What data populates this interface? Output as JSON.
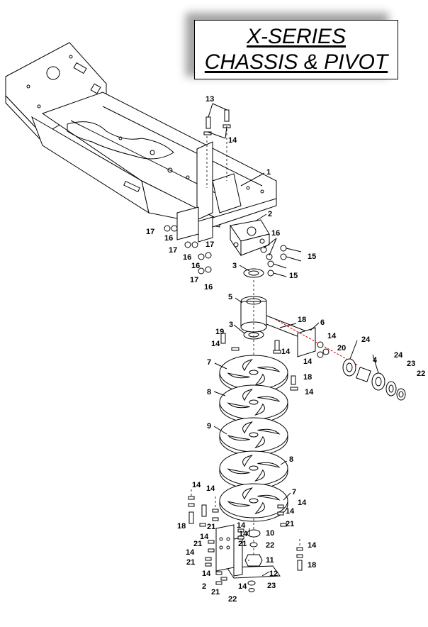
{
  "title": {
    "line1": "X-SERIES",
    "line2": "CHASSIS & PIVOT"
  },
  "callouts": [
    {
      "id": "c13a",
      "text": "13"
    },
    {
      "id": "c14a",
      "text": "14"
    },
    {
      "id": "c1",
      "text": "1"
    },
    {
      "id": "c2",
      "text": "2"
    },
    {
      "id": "c17a",
      "text": "17"
    },
    {
      "id": "c16a",
      "text": "16"
    },
    {
      "id": "c17b",
      "text": "17"
    },
    {
      "id": "c16b",
      "text": "16"
    },
    {
      "id": "c17c",
      "text": "17"
    },
    {
      "id": "c16c",
      "text": "16"
    },
    {
      "id": "c17d",
      "text": "17"
    },
    {
      "id": "c16d",
      "text": "16"
    },
    {
      "id": "c16e",
      "text": "16"
    },
    {
      "id": "c15a",
      "text": "15"
    },
    {
      "id": "c15b",
      "text": "15"
    },
    {
      "id": "c3a",
      "text": "3"
    },
    {
      "id": "c5",
      "text": "5"
    },
    {
      "id": "c18a",
      "text": "18"
    },
    {
      "id": "c6",
      "text": "6"
    },
    {
      "id": "c3b",
      "text": "3"
    },
    {
      "id": "c19",
      "text": "19"
    },
    {
      "id": "c14b",
      "text": "14"
    },
    {
      "id": "c14c",
      "text": "14"
    },
    {
      "id": "c14d",
      "text": "14"
    },
    {
      "id": "c20",
      "text": "20"
    },
    {
      "id": "c14e",
      "text": "14"
    },
    {
      "id": "c24a",
      "text": "24"
    },
    {
      "id": "c4",
      "text": "4"
    },
    {
      "id": "c24b",
      "text": "24"
    },
    {
      "id": "c23a",
      "text": "23"
    },
    {
      "id": "c22a",
      "text": "22"
    },
    {
      "id": "c7a",
      "text": "7"
    },
    {
      "id": "c18b",
      "text": "18"
    },
    {
      "id": "c14f",
      "text": "14"
    },
    {
      "id": "c8a",
      "text": "8"
    },
    {
      "id": "c9",
      "text": "9"
    },
    {
      "id": "c8b",
      "text": "8"
    },
    {
      "id": "c7b",
      "text": "7"
    },
    {
      "id": "c14g",
      "text": "14"
    },
    {
      "id": "c14h",
      "text": "14"
    },
    {
      "id": "c18c",
      "text": "18"
    },
    {
      "id": "c21a",
      "text": "21"
    },
    {
      "id": "c14i",
      "text": "14"
    },
    {
      "id": "c21b",
      "text": "21"
    },
    {
      "id": "c14j",
      "text": "14"
    },
    {
      "id": "c14k",
      "text": "14"
    },
    {
      "id": "c10",
      "text": "10"
    },
    {
      "id": "c14l",
      "text": "14"
    },
    {
      "id": "c21c",
      "text": "21"
    },
    {
      "id": "c22b",
      "text": "22"
    },
    {
      "id": "c21d",
      "text": "21"
    },
    {
      "id": "c14m",
      "text": "14"
    },
    {
      "id": "c21e",
      "text": "21"
    },
    {
      "id": "c11",
      "text": "11"
    },
    {
      "id": "c14n",
      "text": "14"
    },
    {
      "id": "c18d",
      "text": "18"
    },
    {
      "id": "c14o",
      "text": "14"
    },
    {
      "id": "c12",
      "text": "12"
    },
    {
      "id": "c2b",
      "text": "2"
    },
    {
      "id": "c21f",
      "text": "21"
    },
    {
      "id": "c14p",
      "text": "14"
    },
    {
      "id": "c23b",
      "text": "23"
    },
    {
      "id": "c22c",
      "text": "22"
    },
    {
      "id": "c14q",
      "text": "14"
    }
  ]
}
